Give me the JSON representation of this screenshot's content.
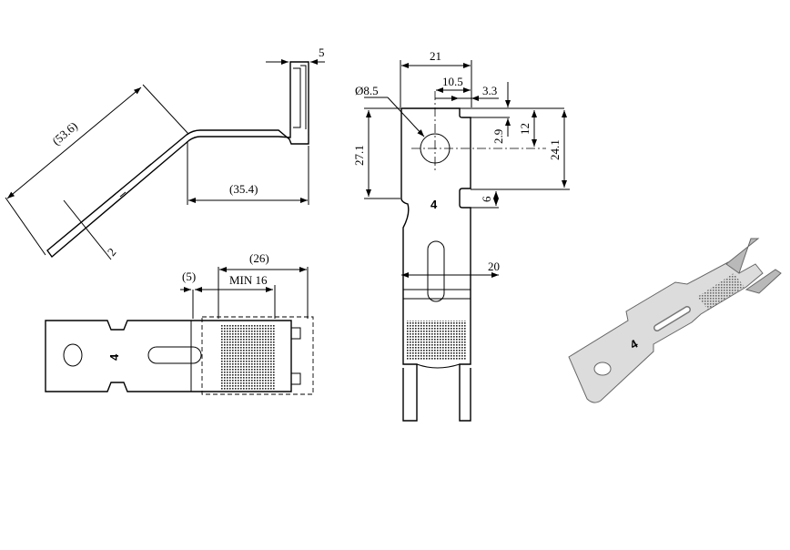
{
  "side_view": {
    "length_overall": "(53.6)",
    "thickness": "2",
    "horizontal": "(35.4)",
    "fork_width": "5"
  },
  "top_view": {
    "knurl_total": "(26)",
    "offset": "(5)",
    "min_length": "MIN 16",
    "part_mark": "4"
  },
  "front_view": {
    "hole_dia": "Ø8.5",
    "width_top": "21",
    "hole_offset": "10.5",
    "notch_width": "3.3",
    "notch_depth": "2.9",
    "hole_center": "12",
    "height_left": "27.1",
    "height_right": "24.1",
    "tab": "6",
    "neck_width": "20",
    "part_mark": "4"
  },
  "iso_view": {
    "part_mark": "4"
  }
}
